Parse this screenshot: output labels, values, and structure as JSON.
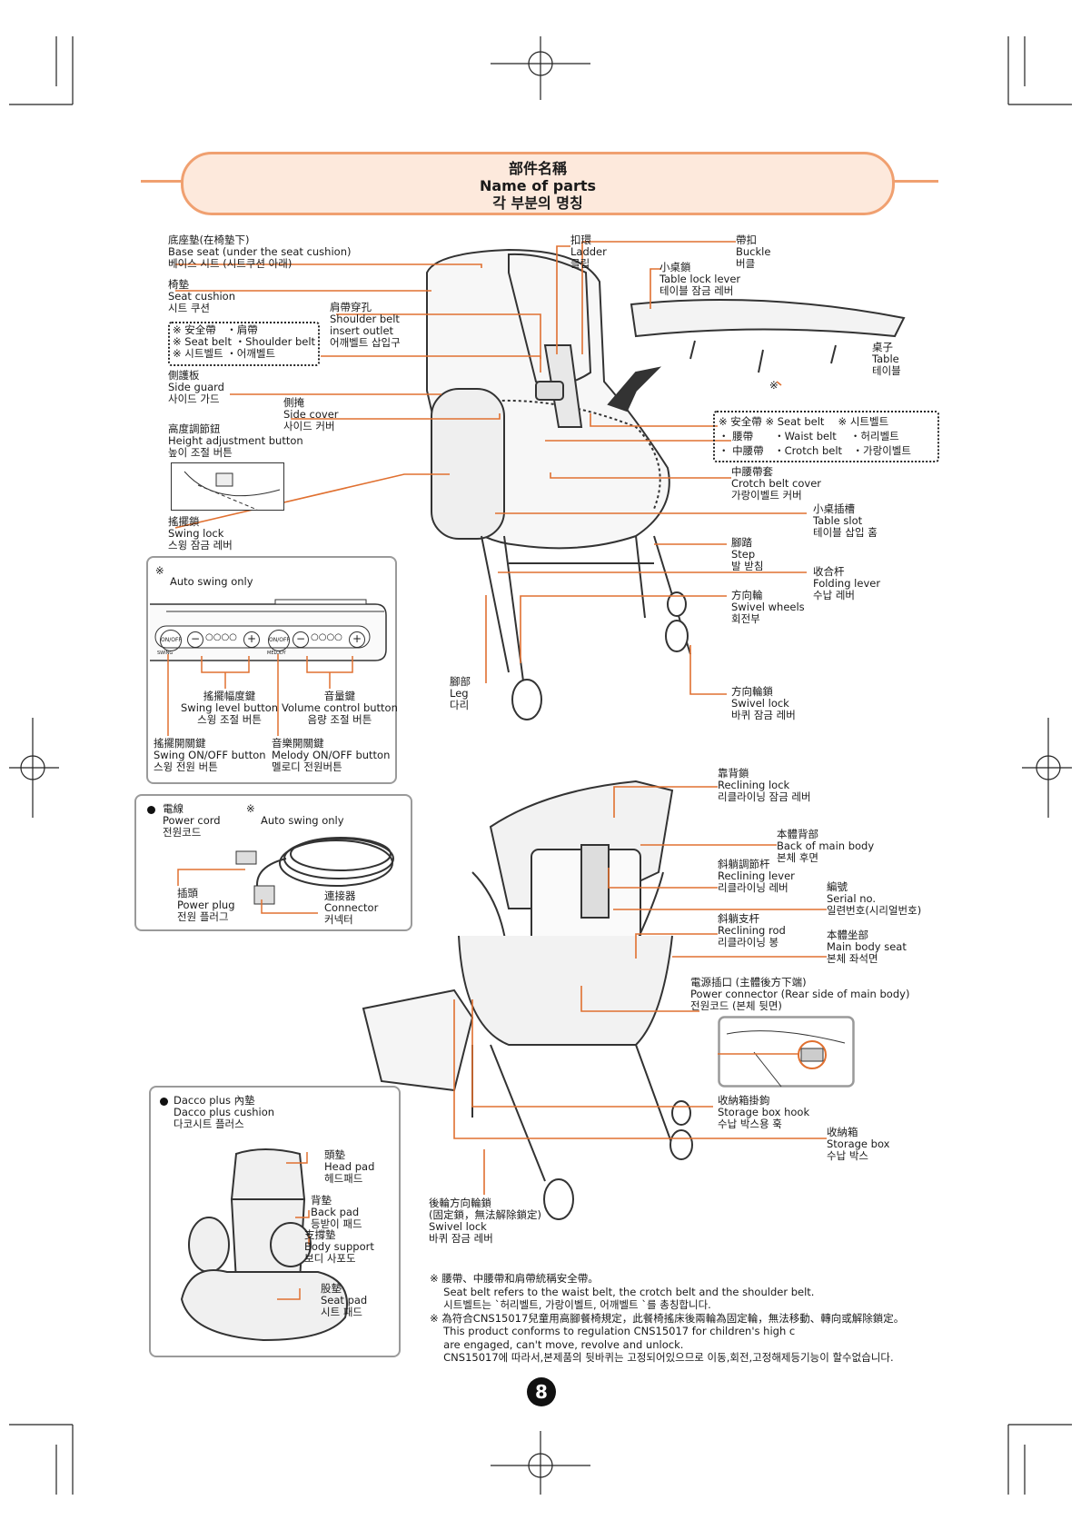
{
  "header": {
    "title_zh": "部件名稱",
    "title_en": "Name of parts",
    "title_ko": "각 부분의 명칭"
  },
  "labels": {
    "base_seat": [
      "底座墊(在椅墊下)",
      "Base seat (under the seat cushion)",
      "베이스 시트 (시트쿠션 아래)"
    ],
    "seat_cushion": [
      "椅墊",
      "Seat cushion",
      "시트 쿠션"
    ],
    "seatbelt_note1": [
      "※ 安全帶　・肩帶",
      "※ Seat belt ・Shoulder belt",
      "※ 시트벨트 ・어깨벨트"
    ],
    "shoulder_outlet": [
      "肩帶穿孔",
      "Shoulder belt",
      "insert outlet",
      "어깨벨트 삽입구"
    ],
    "side_guard": [
      "側護板",
      "Side guard",
      "사이드 가드"
    ],
    "side_cover": [
      "側掩",
      "Side cover",
      "사이드 커버"
    ],
    "height_button": [
      "高度調節鈕",
      "Height adjustment button",
      "높이 조절 버튼"
    ],
    "swing_lock": [
      "搖擺鎖",
      "Swing lock",
      "스윙 잠금 레버"
    ],
    "ladder": [
      "扣環",
      "Ladder",
      "클립"
    ],
    "buckle": [
      "帶扣",
      "Buckle",
      "버클"
    ],
    "table_lock": [
      "小桌鎖",
      "Table lock lever",
      "테이블 잠금 레버"
    ],
    "table": [
      "桌子",
      "Table",
      "테이블"
    ],
    "table_mark": "※",
    "seatbelt_note2": [
      "※ 安全帶 ※ Seat belt　 ※ 시트벨트",
      "・ 腰帶　　・Waist belt　 ・허리벨트",
      "・ 中腰帶　・Crotch belt　・가랑이벨트"
    ],
    "crotch_cover": [
      "中腰帶套",
      "Crotch belt cover",
      "가랑이벨트 커버"
    ],
    "table_slot": [
      "小桌插槽",
      "Table slot",
      "테이블 삽입 홈"
    ],
    "step": [
      "腳踏",
      "Step",
      "발 받침"
    ],
    "folding_lever": [
      "收合杆",
      "Folding lever",
      "수납 레버"
    ],
    "swivel_wheels": [
      "方向輪",
      "Swivel wheels",
      "회전부"
    ],
    "leg": [
      "腳部",
      "Leg",
      "다리"
    ],
    "swivel_lock": [
      "方向輪鎖",
      "Swivel lock",
      "바퀴 잠금 레버"
    ],
    "reclining_lock": [
      "靠背鎖",
      "Reclining lock",
      "리클라이닝 잠금 레버"
    ],
    "back_body": [
      "本體背部",
      "Back of main body",
      "본체 후면"
    ],
    "reclining_lever": [
      "斜躺調節杆",
      "Reclining lever",
      "리클라이닝 레버"
    ],
    "serial": [
      "編號",
      "Serial no.",
      "일련번호(시리얼번호)"
    ],
    "reclining_rod": [
      "斜躺支杆",
      "Reclining rod",
      "리클라이닝 봉"
    ],
    "main_seat": [
      "本體坐部",
      "Main body seat",
      "본체 좌석면"
    ],
    "power_connector": [
      "電源插口 (主體後方下端)",
      "Power connector (Rear side of main body)",
      "전원코드 (본체 뒷면)"
    ],
    "storage_hook": [
      "收納箱掛鉤",
      "Storage box hook",
      "수납 박스용 훅"
    ],
    "storage_box": [
      "收納箱",
      "Storage box",
      "수납 박스"
    ],
    "rear_swivel": [
      "後輪方向輪鎖",
      "(固定鎖，無法解除鎖定)",
      "Swivel lock",
      "바퀴 잠금 레버"
    ]
  },
  "swing_panel": {
    "mark": "※",
    "title": "Auto swing only",
    "on_off_small": "ON/OFF",
    "swing_small": "SWING",
    "melody_small": "MELODY",
    "minus": "−",
    "plus": "+",
    "level_dots": "○○○○",
    "swing_level": [
      "搖擺幅度鍵",
      "Swing level button",
      "스윙 조절 버튼"
    ],
    "volume": [
      "音量鍵",
      "Volume control button",
      "음량 조절 버튼"
    ],
    "swing_onoff": [
      "搖擺開關鍵",
      "Swing ON/OFF button",
      "스윙 전원 버튼"
    ],
    "melody_onoff": [
      "音樂開關鍵",
      "Melody ON/OFF button",
      "멜로디 전원버튼"
    ]
  },
  "power_panel": {
    "cord": [
      "電線",
      "Power cord",
      "전원코드"
    ],
    "mark": "※",
    "auto": "Auto swing only",
    "plug": [
      "插頭",
      "Power plug",
      "전원 플러그"
    ],
    "connector": [
      "連接器",
      "Connector",
      "커넥터"
    ]
  },
  "dacco_panel": {
    "title": [
      "Dacco plus 內墊",
      "Dacco plus cushion",
      "다코시트 플러스"
    ],
    "head_pad": [
      "頭墊",
      "Head pad",
      "헤드패드"
    ],
    "back_pad": [
      "背墊",
      "Back pad",
      "등받이 패드"
    ],
    "body_support": [
      "支撐墊",
      "Body support",
      "보디 사포도"
    ],
    "seat_pad": [
      "股墊",
      "Seat pad",
      "시트 패드"
    ]
  },
  "footnotes": [
    "※ 腰帶、中腰帶和肩帶統稱安全帶。",
    "　 Seat belt refers to the waist belt, the crotch belt and the shoulder belt.",
    "　 시트벨트는 ˋ허리벨트, 가랑이벨트, 어깨벨트 ˋ를 총칭합니다.",
    "※ 為符合CNS15017兒童用高腳餐椅規定，此餐椅搖床後兩輪為固定輪，無法移動、轉向或解除鎖定。",
    "　 This product conforms to regulation CNS15017 for children's high c",
    "　 are engaged, can't move, revolve and unlock.",
    "　 CNS15017에 따라서,본제품의 뒷바퀴는 고정되어있으므로 이동,회전,고정해제등기능이 할수없습니다."
  ],
  "page_number": "8"
}
